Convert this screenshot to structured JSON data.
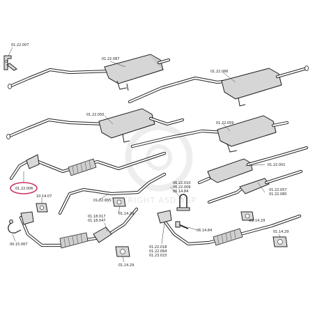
{
  "labels": {
    "p01_22_007": "01.22.007",
    "p01_22_087": "01.22.087",
    "p01_22_066": "01.22.066",
    "p01_22_050": "01.22.050",
    "p01_22_059": "01.22.059",
    "p01_22_001": "01.22.001",
    "p01_22_006": "01.22.006",
    "p10_14_07": "10.14.07",
    "p01_22_065": "01.22.065",
    "p06_22_010": "06.22.010",
    "p06_22_009": "06.22.009",
    "p06_14_84": "06.14.84",
    "p01_22_057": "01.22.057",
    "p01_22_080": "01.22.080",
    "p01_18_017": "01.18.017",
    "p01_18_047": "01.18.047",
    "p01_14_29_a": "01.14.29",
    "p01_14_29_b": "01.14.29",
    "p01_14_29_c": "01.14.29",
    "p01_14_29_d": "01.14.29",
    "p06_14_84_b": "06.14.84",
    "p00_15_067": "00.15.067",
    "p01_22_018": "01.22.018",
    "p01_22_064": "01.22.064",
    "p01_23_023": "01.23.023"
  },
  "watermark": "COPYRIGHT ASD VSP",
  "colors": {
    "highlight": "#c8336a",
    "line": "#222222",
    "fill": "#d6d6d6"
  }
}
